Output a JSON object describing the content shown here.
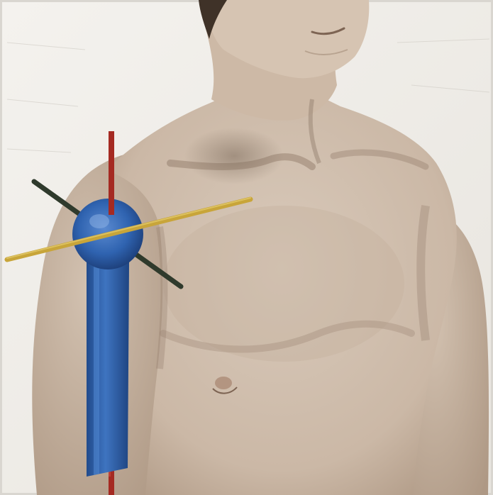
{
  "image": {
    "subject": "anatomical-illustration",
    "palette": {
      "paper": "#f2efea",
      "skin": "#d3c3b4",
      "skin_shadow": "#9a8776",
      "hair": "#3f3228",
      "model_blue": "#2f63b0",
      "axis_red": "#a52a22",
      "axis_yellow": "#c8a53a",
      "axis_dark": "#2f3a2c"
    },
    "icons": [
      "shoulder-joint-model",
      "sphere-joint",
      "humerus-rod",
      "vertical-axis-rod",
      "transverse-axis-rod",
      "sagittal-axis-rod"
    ]
  }
}
